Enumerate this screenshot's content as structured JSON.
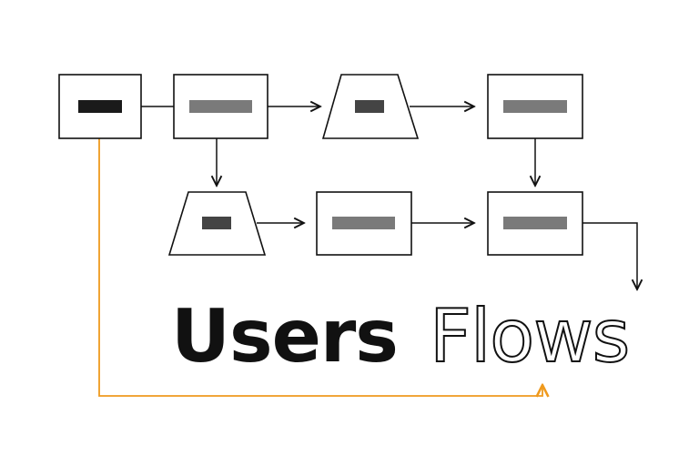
{
  "title": {
    "word_solid": "Users",
    "word_outline": "Flows"
  },
  "colors": {
    "stroke": "#111111",
    "accent_line": "#ef9a1e",
    "bar_dark": "#1a1a1a",
    "bar_mid": "#444444",
    "bar_light": "#7a7a7a"
  },
  "nodes": [
    {
      "id": "start",
      "shape": "rect",
      "bar": "dark"
    },
    {
      "id": "step-1",
      "shape": "rect",
      "bar": "light"
    },
    {
      "id": "decision-1",
      "shape": "trapezoid",
      "bar": "mid"
    },
    {
      "id": "step-2",
      "shape": "rect",
      "bar": "light"
    },
    {
      "id": "decision-2",
      "shape": "trapezoid",
      "bar": "mid"
    },
    {
      "id": "step-3",
      "shape": "rect",
      "bar": "light"
    },
    {
      "id": "step-4",
      "shape": "rect",
      "bar": "light"
    }
  ],
  "edges": [
    {
      "from": "start",
      "to": "step-1",
      "arrow": false
    },
    {
      "from": "step-1",
      "to": "decision-1",
      "arrow": true
    },
    {
      "from": "decision-1",
      "to": "step-2",
      "arrow": true
    },
    {
      "from": "step-1",
      "to": "decision-2",
      "arrow": true
    },
    {
      "from": "step-2",
      "to": "step-4",
      "arrow": true
    },
    {
      "from": "decision-2",
      "to": "step-3",
      "arrow": true
    },
    {
      "from": "step-3",
      "to": "step-4",
      "arrow": true
    },
    {
      "from": "step-4",
      "to": "exit",
      "arrow": true
    },
    {
      "from": "start",
      "to": "title",
      "arrow": true,
      "accent": true
    }
  ]
}
